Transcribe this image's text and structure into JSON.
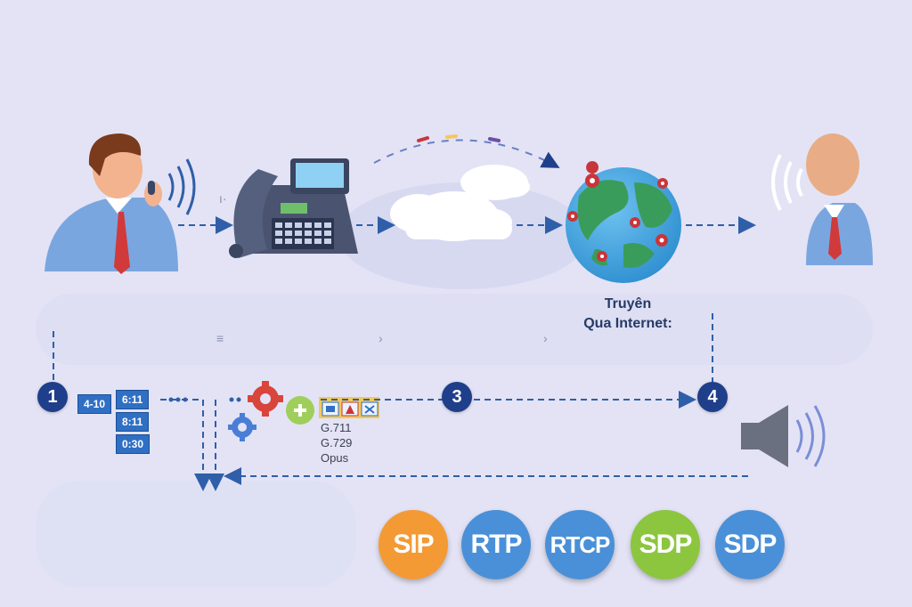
{
  "steps": [
    "1",
    "3",
    "4"
  ],
  "timestamps": [
    "4-10",
    "6:11",
    "8:11",
    "0:30"
  ],
  "internet_label": [
    "Truyên",
    "Qua Internet:"
  ],
  "codecs": [
    "G.711",
    "G.729",
    "Opus"
  ],
  "protocols": [
    {
      "label": "SIP",
      "color": "#f39a34"
    },
    {
      "label": "RTP",
      "color": "#4a90d9"
    },
    {
      "label": "RTCP",
      "color": "#4a90d9"
    },
    {
      "label": "SDP",
      "color": "#8cc63f"
    },
    {
      "label": "SDP",
      "color": "#4a90d9"
    }
  ],
  "colors": {
    "accent": "#1f3f8a",
    "dash": "#2f5fa8",
    "background": "#e3e3f5"
  }
}
